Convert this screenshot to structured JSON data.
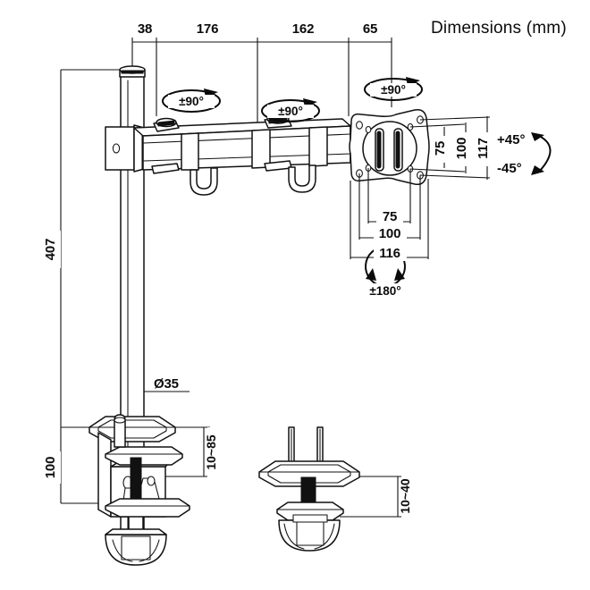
{
  "drawing": {
    "title": "Dimensions (mm)",
    "unit": "mm"
  },
  "top_dimensions": {
    "chain": [
      {
        "label": "38",
        "value": 38
      },
      {
        "label": "176",
        "value": 176
      },
      {
        "label": "162",
        "value": 162
      },
      {
        "label": "65",
        "value": 65
      }
    ]
  },
  "vertical_dimensions": {
    "pole_height": "407",
    "clamp_total": "100",
    "clamp_range": "10~85",
    "grommet_range": "10~40",
    "pole_diameter": "Ø35"
  },
  "vesa": {
    "vertical": [
      {
        "label": "75"
      },
      {
        "label": "100"
      },
      {
        "label": "117"
      }
    ],
    "horizontal": [
      {
        "label": "75"
      },
      {
        "label": "100"
      },
      {
        "label": "116"
      }
    ]
  },
  "rotation_symbols": [
    {
      "id": "arm-joint-1",
      "label": "±90°"
    },
    {
      "id": "arm-joint-2",
      "label": "±90°"
    },
    {
      "id": "head-joint",
      "label": "±90°"
    },
    {
      "id": "vesa-rotation",
      "label": "±180°"
    }
  ],
  "tilt_symbol": {
    "up": "+45°",
    "down": "-45°"
  },
  "colors": {
    "line": "#111111",
    "text": "#0b0b0b",
    "background": "#ffffff"
  }
}
